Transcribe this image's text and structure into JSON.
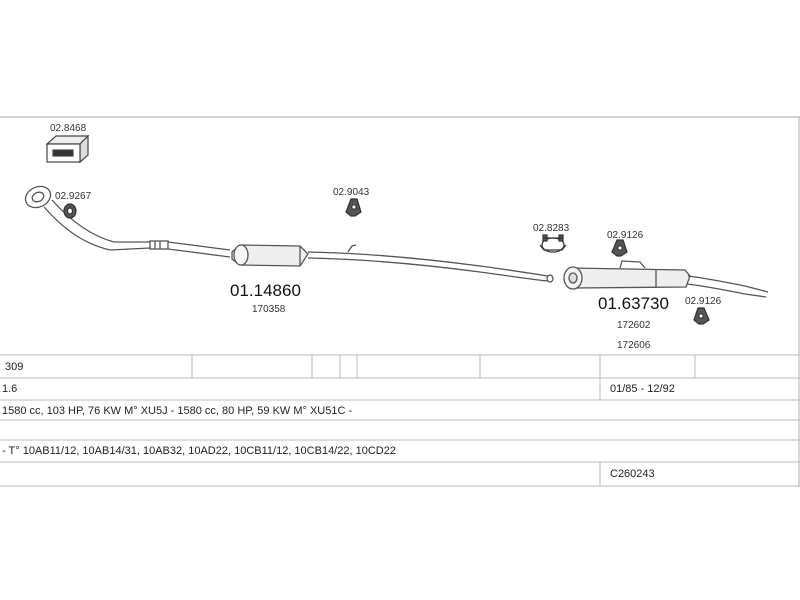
{
  "parts": {
    "kit": {
      "code": "02.8468"
    },
    "gasket": {
      "code": "02.9267"
    },
    "hanger_mid": {
      "code": "02.9043"
    },
    "clamp": {
      "code": "02.8283"
    },
    "hanger_rear": {
      "code": "02.9126"
    },
    "hanger_tail": {
      "code": "02.9126"
    }
  },
  "mid_silencer": {
    "code": "01.14860",
    "ref": "170358"
  },
  "rear_silencer": {
    "code": "01.63730",
    "ref1": "172602",
    "ref2": "172606"
  },
  "table": {
    "model": "309",
    "engine": "1.6",
    "years": "01/85 - 12/92",
    "specs": "1580 cc, 103 HP, 76 KW M° XU5J - 1580 cc, 80 HP, 59 KW M° XU51C -",
    "types": "- T° 10AB11/12, 10AB14/31, 10AB32, 10AD22, 10CB11/12, 10CB14/22, 10CD22",
    "code": "C260243"
  }
}
